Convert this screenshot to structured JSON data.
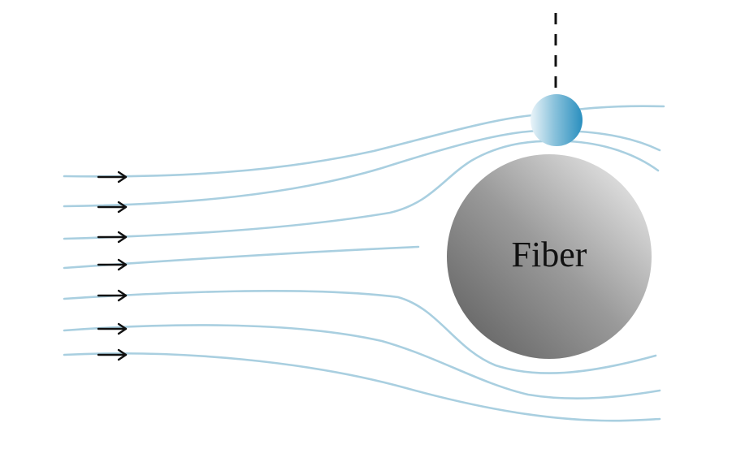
{
  "fiber": {
    "label": "Fiber"
  },
  "colors": {
    "streamline": "#a9cfe0",
    "arrow": "#111111",
    "fiber_dark": "#5e5e5e",
    "fiber_light": "#f2f2f2",
    "particle_light": "#e6f2f8",
    "particle_dark": "#2e93c2"
  },
  "flow_arrows": {
    "icon": "right-arrow-icon",
    "count": 7
  },
  "particle": {
    "icon": "particle-sphere",
    "trajectory": "dashed-vertical"
  }
}
